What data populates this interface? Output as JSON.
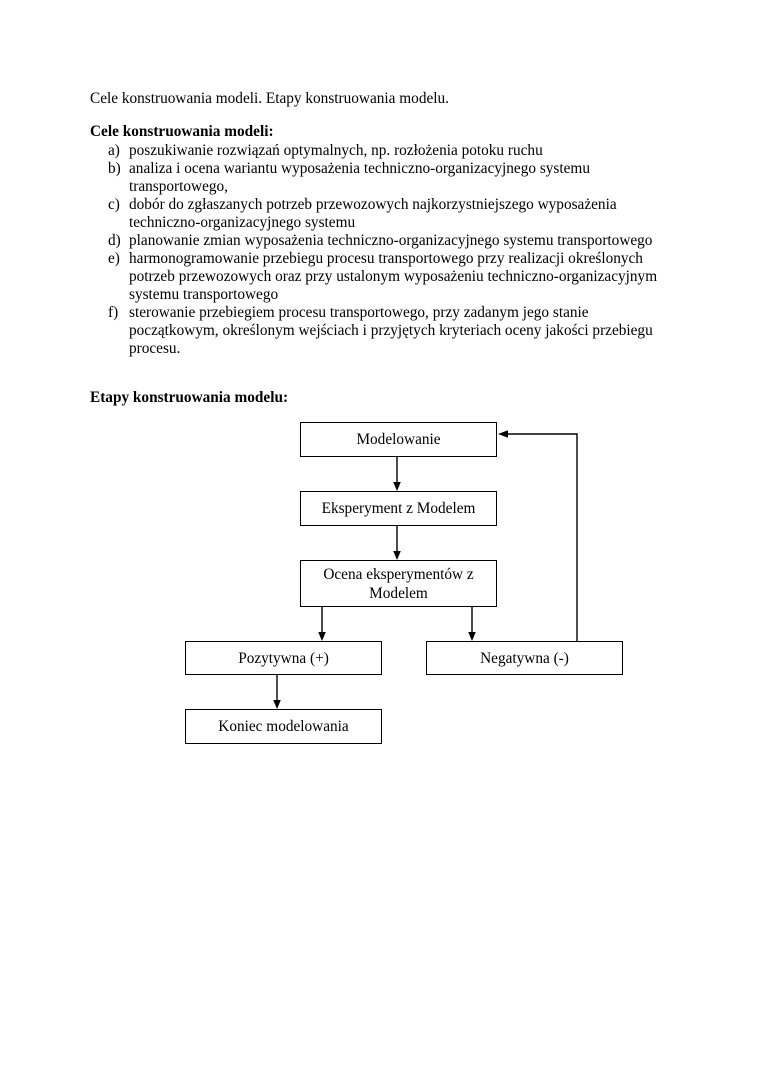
{
  "document": {
    "intro": "Cele konstruowania modeli. Etapy konstruowania modelu.",
    "goals": {
      "heading": "Cele konstruowania modeli:",
      "items": [
        {
          "marker": "a)",
          "text": "poszukiwanie rozwiązań optymalnych, np. rozłożenia potoku ruchu"
        },
        {
          "marker": "b)",
          "text": "analiza i ocena wariantu wyposażenia techniczno-organizacyjnego systemu transportowego,"
        },
        {
          "marker": "c)",
          "text": "dobór do zgłaszanych potrzeb przewozowych najkorzystniejszego wyposażenia techniczno-organizacyjnego systemu"
        },
        {
          "marker": "d)",
          "text": "planowanie zmian wyposażenia techniczno-organizacyjnego systemu transportowego"
        },
        {
          "marker": "e)",
          "text": "harmonogramowanie przebiegu procesu transportowego przy realizacji określonych potrzeb przewozowych oraz przy ustalonym wyposażeniu techniczno-organizacyjnym systemu transportowego"
        },
        {
          "marker": "f)",
          "text": "sterowanie przebiegiem procesu transportowego, przy zadanym jego stanie początkowym, określonym wejściach i przyjętych kryteriach oceny jakości przebiegu procesu."
        }
      ]
    },
    "stages": {
      "heading": "Etapy konstruowania modelu:",
      "flowchart": {
        "nodes": [
          {
            "id": "modelowanie",
            "label": "Modelowanie"
          },
          {
            "id": "eksperyment",
            "label": "Eksperyment z Modelem"
          },
          {
            "id": "ocena",
            "label": "Ocena eksperymentów z Modelem"
          },
          {
            "id": "pozytywna",
            "label": "Pozytywna (+)"
          },
          {
            "id": "negatywna",
            "label": "Negatywna (-)"
          },
          {
            "id": "koniec",
            "label": "Koniec modelowania"
          }
        ],
        "edges": [
          {
            "from": "modelowanie",
            "to": "eksperyment"
          },
          {
            "from": "eksperyment",
            "to": "ocena"
          },
          {
            "from": "ocena",
            "to": "pozytywna"
          },
          {
            "from": "ocena",
            "to": "negatywna"
          },
          {
            "from": "pozytywna",
            "to": "koniec"
          },
          {
            "from": "negatywna",
            "to": "modelowanie",
            "type": "feedback"
          }
        ]
      }
    }
  },
  "colors": {
    "text": "#000000",
    "background": "#ffffff",
    "line": "#000000"
  }
}
